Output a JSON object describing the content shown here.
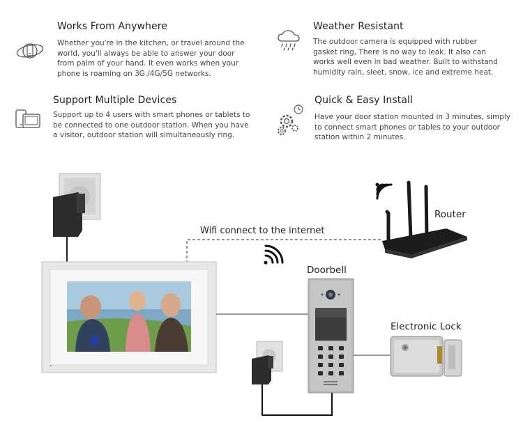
{
  "features": [
    {
      "title": "Works From Anywhere",
      "lines": [
        "Whether you're in the kitchen, or travel around the",
        "world, you'll always be able to answer your door",
        "from palm of your hand. It even works when your",
        "phone is roaming on 3G./4G/5G networks."
      ],
      "icon": "globe-phone-icon"
    },
    {
      "title": "Weather Resistant",
      "lines": [
        "The outdoor camera is equipped with rubber",
        "gasket ring, There is no way to leak. It also can",
        "works well even in bad weather. Built to withstand",
        "humidity rain, sleet, snow, ice and extreme heat."
      ],
      "icon": "rain-cloud-icon"
    },
    {
      "title": "Support Multiple Devices",
      "lines": [
        "Support up to 4 users with smart phones or tablets to",
        "be connected to one outdoor station. When you have",
        "a visitor, outdoor station will simultaneously ring."
      ],
      "icon": "devices-icon"
    },
    {
      "title": "Quick & Easy Install",
      "lines": [
        "Have your door station mounted in 3 minutes, simply",
        "to connect smart phones or tables to your outdoor",
        "station within 2 minutes."
      ],
      "icon": "gears-clock-icon"
    }
  ],
  "diagram": {
    "wifi_label": "Wifi connect to the internet",
    "router_label": "Router",
    "doorbell_label": "Doorbell",
    "lock_label": "Electronic Lock"
  }
}
